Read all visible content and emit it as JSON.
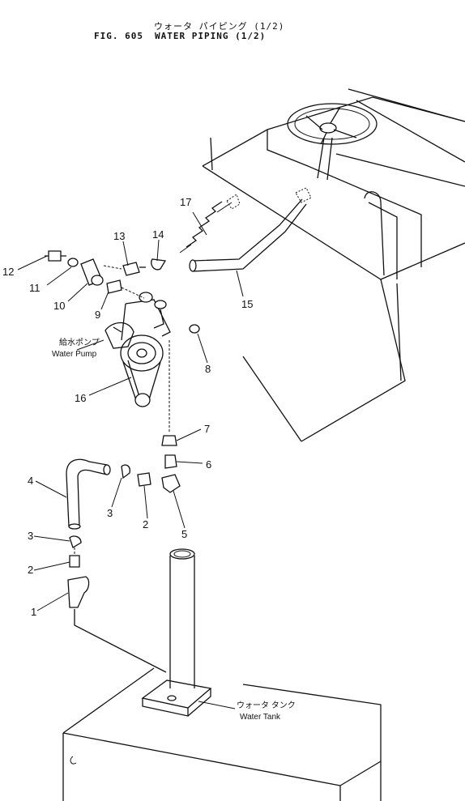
{
  "header": {
    "jp_title": "ウォータ パイピング (1/2)",
    "fig_number": "FIG. 605",
    "title": "WATER PIPING (1/2)"
  },
  "captions": {
    "water_pump_jp": "給水ポンプ",
    "water_pump_en": "Water Pump",
    "water_tank_jp": "ウォータ タンク",
    "water_tank_en": "Water Tank"
  },
  "callouts": [
    "1",
    "2",
    "3",
    "4",
    "5",
    "6",
    "7",
    "8",
    "9",
    "10",
    "11",
    "12",
    "13",
    "14",
    "15",
    "16",
    "17",
    "2",
    "3"
  ]
}
